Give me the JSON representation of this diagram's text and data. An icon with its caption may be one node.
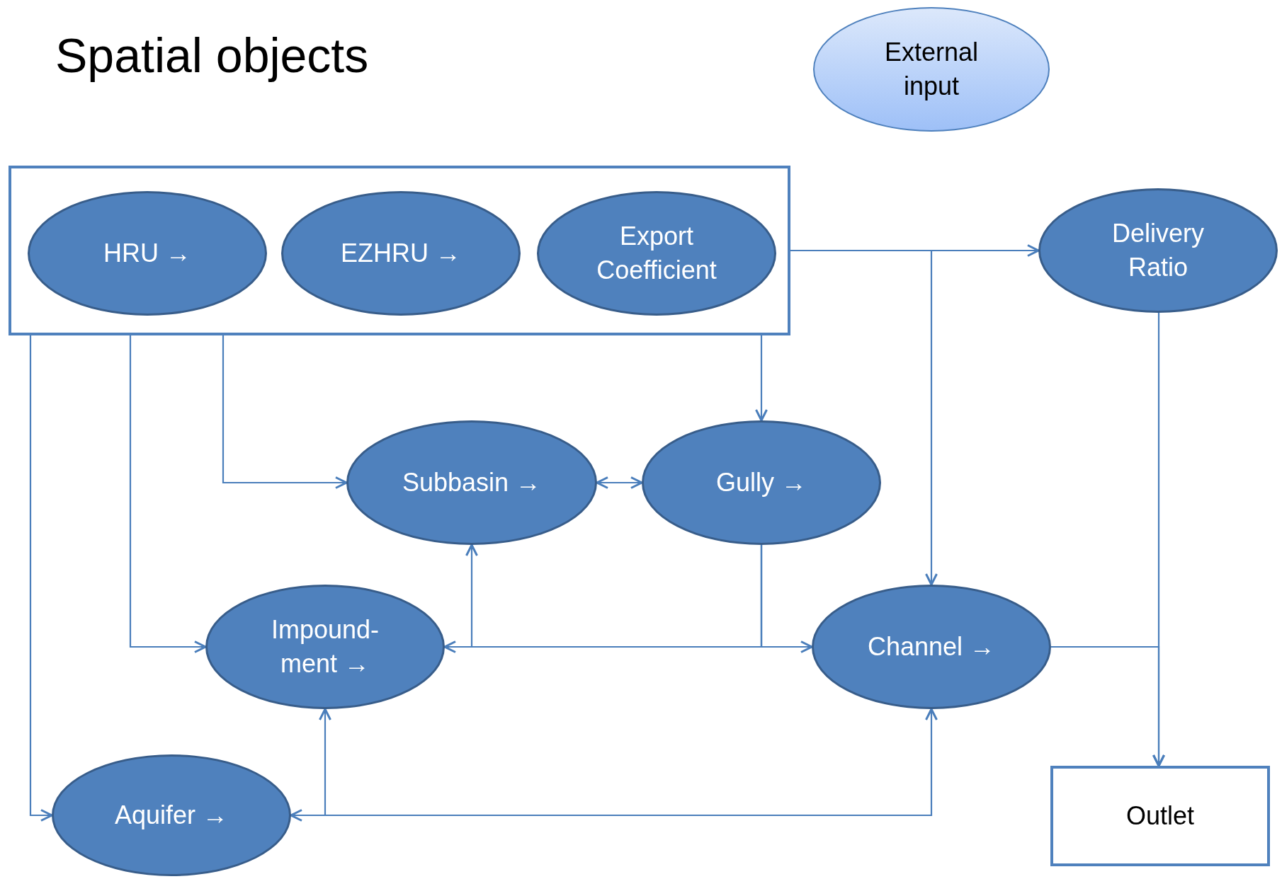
{
  "diagram": {
    "title": "Spatial objects",
    "nodes": [
      {
        "text": [],
        "shape": "box"
      },
      {
        "text": [
          "HRU →"
        ],
        "in": 0
      },
      {
        "text": [
          "EZHRU →"
        ],
        "in": 0
      },
      {
        "text": [
          "Export Coefficient"
        ],
        "in": 0
      },
      {
        "text": [
          "Delivery Ratio"
        ]
      },
      {
        "text": [
          "External input"
        ]
      },
      {
        "text": [
          "Subbasin →"
        ]
      },
      {
        "text": [
          "Gully →"
        ]
      },
      {
        "text": [
          "Impound- ment →"
        ]
      },
      {
        "text": [
          "Channel →"
        ]
      },
      {
        "text": [
          "Aquifer →"
        ]
      },
      {
        "text": [
          "Outlet"
        ]
      }
    ],
    "edges": [
      {
        "from": 0,
        "to": 4,
        "arrow": "to"
      },
      {
        "from": 0,
        "to": 9,
        "arrow": "to"
      },
      {
        "from": 0,
        "to": 7,
        "arrow": "to"
      },
      {
        "from": 0,
        "to": 6,
        "arrow": "to"
      },
      {
        "from": 0,
        "to": 8,
        "arrow": "to"
      },
      {
        "from": 0,
        "to": 10,
        "arrow": "to"
      },
      {
        "from": 6,
        "to": 7,
        "arrow": "both"
      },
      {
        "from": 7,
        "to": 8,
        "arrow": "to"
      },
      {
        "from": 7,
        "to": 9,
        "arrow": "to"
      },
      {
        "from": 7,
        "to": 6,
        "arrow": "to"
      },
      {
        "from": 10,
        "to": 9,
        "arrow": "both"
      },
      {
        "from": 10,
        "to": 8,
        "arrow": "to"
      },
      {
        "from": 9,
        "to": 11,
        "arrow": "to"
      },
      {
        "from": 4,
        "to": 11,
        "arrow": "to"
      }
    ]
  }
}
